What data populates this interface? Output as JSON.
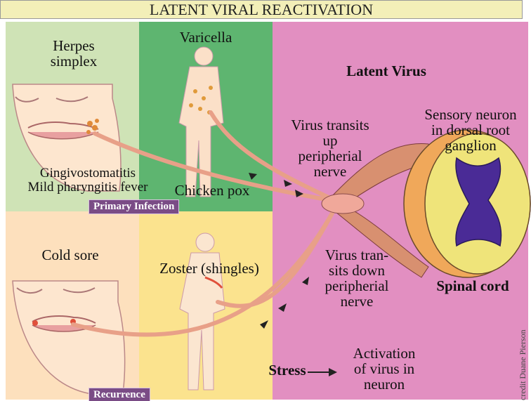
{
  "title": "LATENT VIRAL REACTIVATION",
  "labels": {
    "herpes_simplex": "Herpes\nsimplex",
    "varicella": "Varicella",
    "latent_virus": "Latent Virus",
    "virus_transits_up": "Virus transits\nup\nperipherial\nnerve",
    "sensory_neuron": "Sensory neuron\nin dorsal root\nganglion",
    "gingivostomatitis": "Gingivostomatitis\nMild pharyngitis fever",
    "chicken_pox": "Chicken pox",
    "primary_infection": "Primary Infection",
    "cold_sore": "Cold sore",
    "zoster": "Zoster (shingles)",
    "virus_transits_down": "Virus tran-\nsits down\nperipherial\nnerve",
    "spinal_cord": "Spinal cord",
    "stress": "Stress",
    "activation": "Activation\nof virus in\nneuron",
    "recurrence": "Recurrence",
    "credit": "credit Duane Pierson"
  },
  "colors": {
    "panel_green_light": "#cfe3b6",
    "panel_green_dark": "#5eb570",
    "panel_peach": "#fde0bd",
    "panel_yellow": "#fbe38e",
    "panel_pink": "#e28fc1",
    "nerve": "#e8a088",
    "spinal_purple": "#4a2b96",
    "spinal_yellow": "#efe47a",
    "ganglion": "#f0a85a"
  }
}
